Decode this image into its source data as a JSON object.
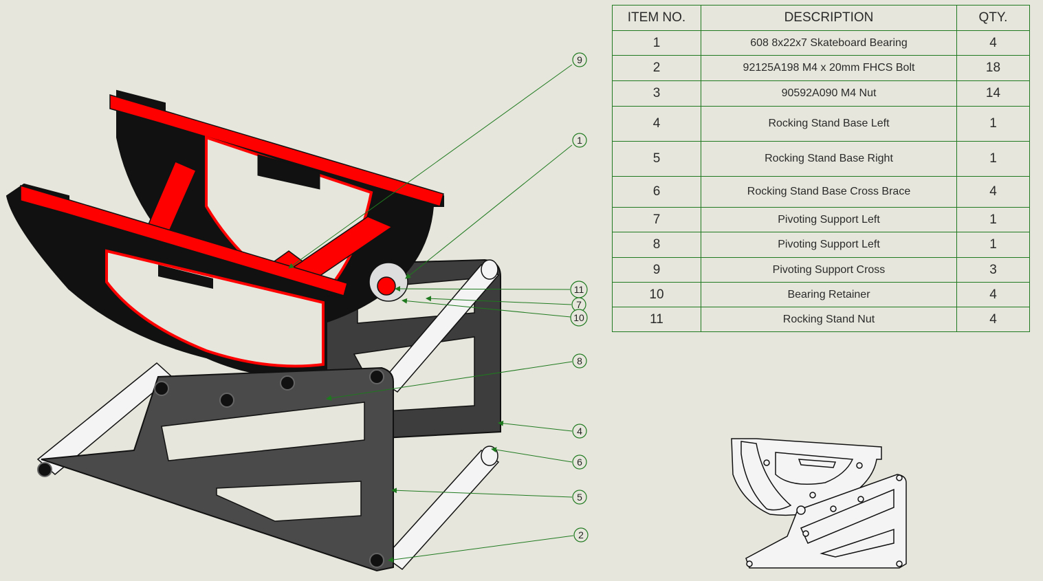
{
  "bom_table": {
    "headers": {
      "item": "ITEM NO.",
      "description": "DESCRIPTION",
      "qty": "QTY."
    },
    "rows": [
      {
        "item": "1",
        "description": "608 8x22x7 Skateboard Bearing",
        "qty": "4"
      },
      {
        "item": "2",
        "description": "92125A198 M4 x 20mm FHCS Bolt",
        "qty": "18"
      },
      {
        "item": "3",
        "description": "90592A090 M4 Nut",
        "qty": "14"
      },
      {
        "item": "4",
        "description": "Rocking Stand Base Left",
        "qty": "1"
      },
      {
        "item": "5",
        "description": "Rocking Stand Base Right",
        "qty": "1"
      },
      {
        "item": "6",
        "description": "Rocking Stand Base Cross Brace",
        "qty": "4"
      },
      {
        "item": "7",
        "description": "Pivoting Support Left",
        "qty": "1"
      },
      {
        "item": "8",
        "description": "Pivoting Support Left",
        "qty": "1"
      },
      {
        "item": "9",
        "description": "Pivoting Support Cross",
        "qty": "3"
      },
      {
        "item": "10",
        "description": "Bearing Retainer",
        "qty": "4"
      },
      {
        "item": "11",
        "description": "Rocking Stand Nut",
        "qty": "4"
      }
    ]
  },
  "balloons": [
    {
      "label": "9"
    },
    {
      "label": "1"
    },
    {
      "label": "11"
    },
    {
      "label": "7"
    },
    {
      "label": "10"
    },
    {
      "label": "8"
    },
    {
      "label": "4"
    },
    {
      "label": "6"
    },
    {
      "label": "5"
    },
    {
      "label": "2"
    }
  ],
  "colors": {
    "background": "#e6e6dc",
    "pivot_support": "#ff0000",
    "base_plate": "#4a4a4a",
    "cross_brace": "#f4f4f4",
    "leader_line": "#1f7a1f"
  }
}
